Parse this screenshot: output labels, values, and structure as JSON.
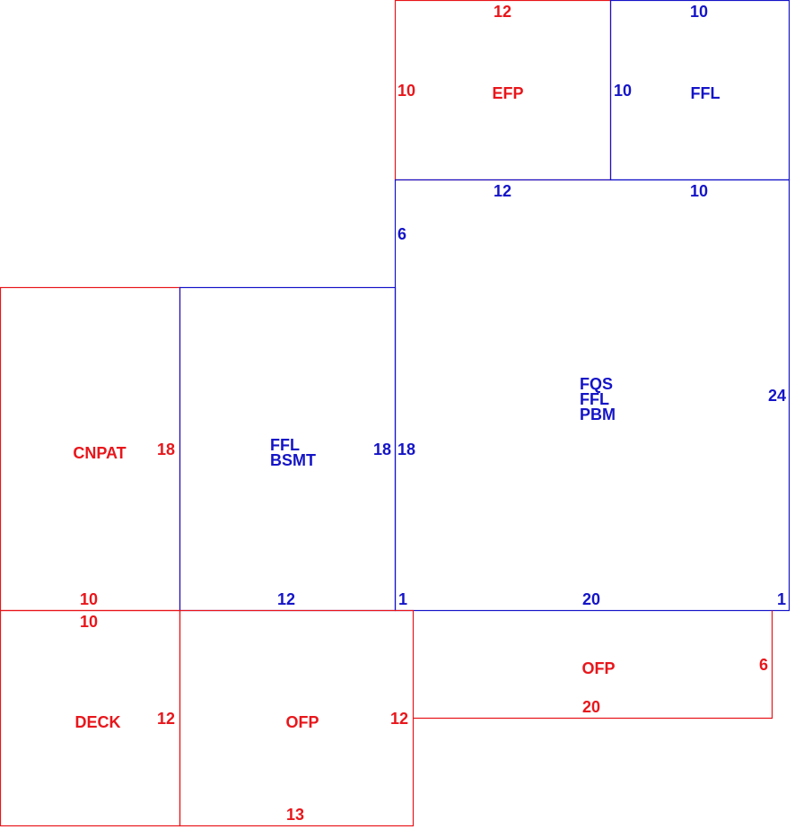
{
  "colors": {
    "red": "#e8161b",
    "blue": "#1414c8",
    "background": "#ffffff"
  },
  "areas": {
    "efp": {
      "label": "EFP",
      "dims": [
        "12",
        "10"
      ]
    },
    "ffl_top": {
      "label": "FFL",
      "dims": [
        "10",
        "10"
      ]
    },
    "main": {
      "labels": [
        "FQS",
        "FFL",
        "PBM"
      ],
      "dims": [
        "12",
        "10",
        "6",
        "24",
        "18",
        "1",
        "20",
        "1"
      ]
    },
    "cnpat": {
      "label": "CNPAT",
      "dims": [
        "18",
        "10"
      ]
    },
    "bsmt": {
      "labels": [
        "FFL",
        "BSMT"
      ],
      "dims": [
        "18",
        "12"
      ]
    },
    "deck": {
      "label": "DECK",
      "dims": [
        "10",
        "12"
      ]
    },
    "ofp_left": {
      "label": "OFP",
      "dims": [
        "12",
        "13"
      ]
    },
    "ofp_right": {
      "label": "OFP",
      "dims": [
        "6",
        "20"
      ]
    }
  }
}
